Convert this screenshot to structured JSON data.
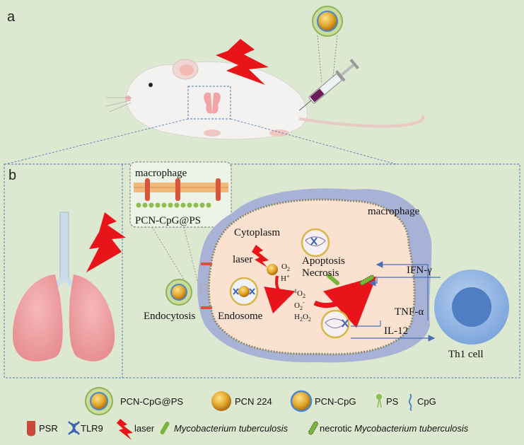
{
  "panels": {
    "a": "a",
    "b": "b"
  },
  "labels": {
    "macrophage_inset": "macrophage",
    "nanoparticle_inset": "PCN-CpG@PS",
    "cytoplasm": "Cytoplasm",
    "laser": "laser",
    "o2": "O",
    "o2_sub": "2",
    "h_plus": "H",
    "h_plus_sup": "+",
    "singlet_o2_sup": "1",
    "singlet_o2": "O",
    "singlet_o2_sub": "2",
    "superoxide": "O",
    "superoxide_sub": "2",
    "superoxide_sup": "-",
    "h2o2_h": "H",
    "h2o2_sub1": "2",
    "h2o2_o": "O",
    "h2o2_sub2": "2",
    "apoptosis": "Apoptosis",
    "necrosis": "Necrosis",
    "endocytosis": "Endocytosis",
    "endosome": "Endosome",
    "macrophage_cell": "macrophage",
    "ifn": "IFN-γ",
    "tnf": "TNF-α",
    "il12": "IL-12",
    "th1": "Th1 cell"
  },
  "legend": {
    "row1": [
      {
        "icon": "pcn-cpg-ps-icon",
        "label": "PCN-CpG@PS"
      },
      {
        "icon": "pcn224-icon",
        "label": "PCN 224"
      },
      {
        "icon": "pcn-cpg-icon",
        "label": "PCN-CpG"
      },
      {
        "icon": "ps-icon",
        "label": "PS"
      },
      {
        "icon": "cpg-icon",
        "label": "CpG"
      }
    ],
    "row2": [
      {
        "icon": "psr-icon",
        "label": "PSR"
      },
      {
        "icon": "tlr9-icon",
        "label": "TLR9"
      },
      {
        "icon": "laser-bolt-icon",
        "label": "laser"
      },
      {
        "icon": "mycobacterium-icon",
        "label": "Mycobacterium tuberculosis"
      },
      {
        "icon": "necrotic-mycobacterium-icon",
        "label_prefix": "necrotic ",
        "label": "Mycobacterium tuberculosis"
      }
    ]
  },
  "colors": {
    "background": "#dde8d0",
    "cell_membrane": "#a7b2d6",
    "cytoplasm": "#fbe1cf",
    "laser_red": "#e8141a",
    "nanoparticle_gold": "#e2a52a",
    "ps_green": "#7db54a",
    "th1_blue": "#8fb4e2"
  }
}
